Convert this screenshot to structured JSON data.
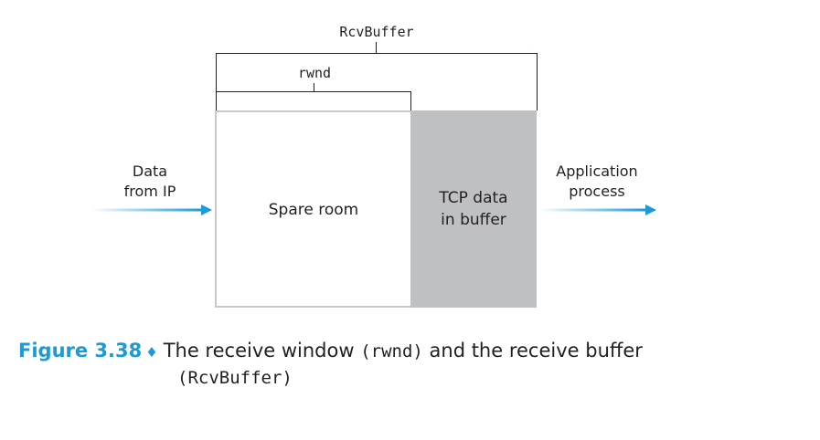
{
  "brackets": {
    "outer_label": "RcvBuffer",
    "inner_label": "rwnd"
  },
  "buffer": {
    "spare_label": "Spare room",
    "data_label_line1": "TCP data",
    "data_label_line2": "in buffer"
  },
  "input": {
    "line1": "Data",
    "line2": "from IP"
  },
  "output": {
    "line1": "Application",
    "line2": "process"
  },
  "caption": {
    "figure_label": "Figure 3.38",
    "separator": "♦",
    "text_part1": "The receive window ",
    "mono_part1": "(rwnd)",
    "text_part2": " and the receive buffer",
    "mono_part2": "(RcvBuffer)"
  },
  "colors": {
    "accent": "#1b9ad6",
    "buffer_fill": "#bfc0c2",
    "spare_border": "#c8c8c8"
  }
}
